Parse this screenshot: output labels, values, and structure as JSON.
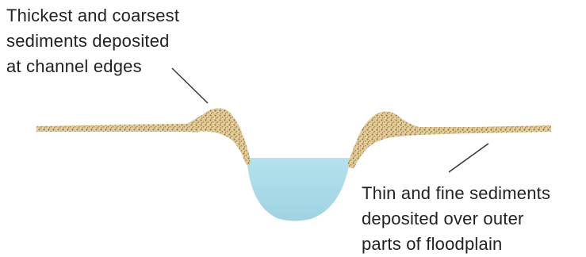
{
  "annotations": {
    "levee_note": {
      "lines": [
        "Thickest and coarsest",
        "sediments deposited",
        "at channel edges"
      ]
    },
    "floodplain_note": {
      "lines": [
        "Thin and fine sediments",
        "deposited over outer",
        "parts of floodplain"
      ]
    }
  },
  "colors": {
    "water": "#a9dbe8",
    "sediment_light": "#e6d4a6",
    "sediment_dark": "#9b7a45",
    "line": "#333333"
  }
}
